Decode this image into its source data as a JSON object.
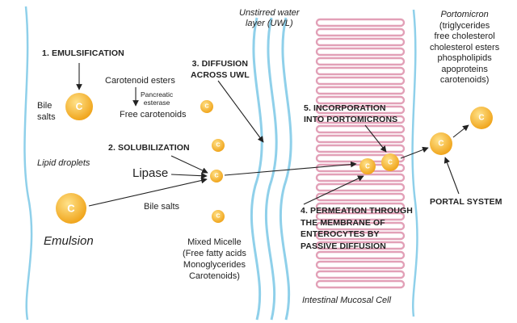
{
  "steps": {
    "s1": "1. EMULSIFICATION",
    "s2": "2. SOLUBILIZATION",
    "s3_line1": "3. DIFFUSION",
    "s3_line2": "ACROSS UWL",
    "s4_line1": "4. PERMEATION THROUGH",
    "s4_line2": "THE MEMBRANE OF",
    "s4_line3": "ENTEROCYTES BY",
    "s4_line4": "PASSIVE DIFFUSION",
    "s5_line1": "5. INCORPORATION",
    "s5_line2": "INTO PORTOMICRONS"
  },
  "labels": {
    "bile_salts_left_1": "Bile",
    "bile_salts_left_2": "salts",
    "lipid_droplets": "Lipid droplets",
    "emulsion": "Emulsion",
    "carotenoid_esters": "Carotenoid esters",
    "pancreatic_esterase_1": "Pancreatic",
    "pancreatic_esterase_2": "esterase",
    "free_carotenoids": "Free carotenoids",
    "lipase": "Lipase",
    "bile_salts_mid": "Bile salts",
    "mixed_micelle_1": "Mixed Micelle",
    "mixed_micelle_2": "(Free fatty acids",
    "mixed_micelle_3": "Monoglycerides",
    "mixed_micelle_4": "Carotenoids)",
    "uwl_1": "Unstirred water",
    "uwl_2": "layer (UWL)",
    "intestinal_cell": "Intestinal Mucosal Cell",
    "portomicron_title": "Portomicron",
    "portomicron_1": "(triglycerides",
    "portomicron_2": "free cholesterol",
    "portomicron_3": "cholesterol esters",
    "portomicron_4": "phospholipids",
    "portomicron_5": "apoproteins",
    "portomicron_6": "carotenoids)",
    "portal_system": "PORTAL SYSTEM",
    "carotenoid_symbol": "C"
  },
  "colors": {
    "blue_line": "#8fd0ea",
    "microvilli": "#e2a0b7",
    "droplet_light": "#ffd969",
    "droplet_dark": "#f2a81e",
    "arrow": "#222222"
  }
}
